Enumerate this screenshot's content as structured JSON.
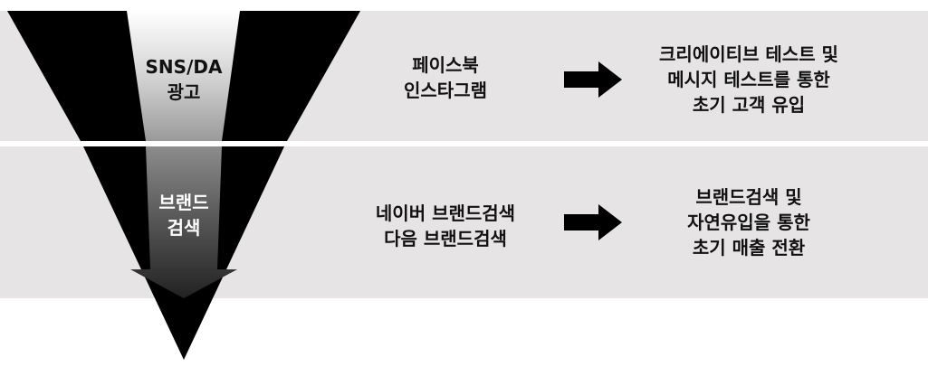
{
  "stages": [
    {
      "label": "SNS/DA\n광고",
      "channels": "페이스북\n인스타그램",
      "result": "크리에이티브 테스트 및\n메시지 테스트를 통한\n초기 고객 유입"
    },
    {
      "label": "브랜드\n검색",
      "channels": "네이버 브랜드검색\n다음 브랜드검색",
      "result": "브랜드검색 및\n자연유입을 통한\n초기 매출 전환"
    }
  ],
  "colors": {
    "band": "#e6e4e5",
    "funnel": "#000000",
    "arrow": "#000000"
  },
  "icons": {
    "flow_arrow": "right-arrow-icon"
  }
}
